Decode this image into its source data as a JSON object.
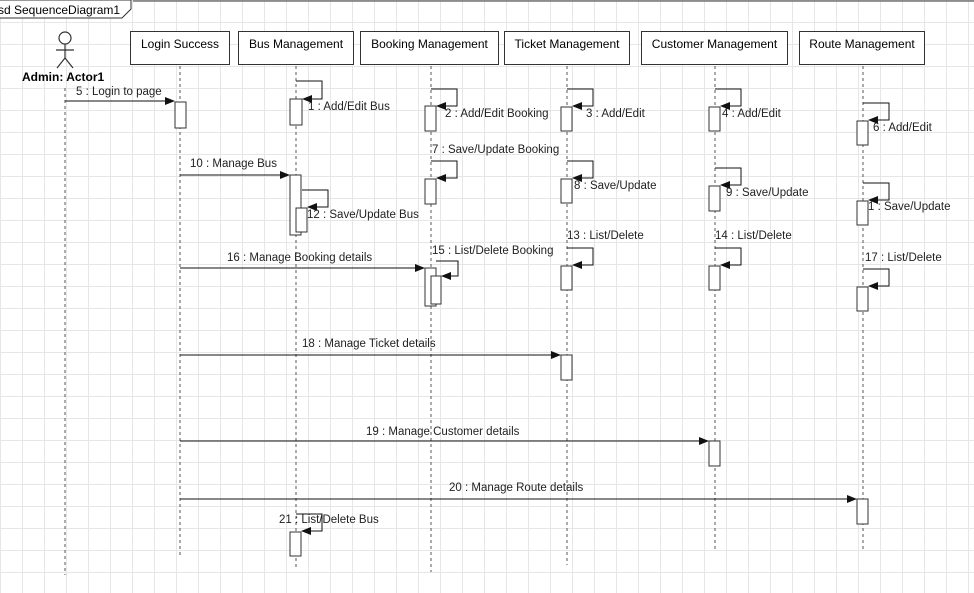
{
  "frame": {
    "title": "sd SequenceDiagram1"
  },
  "actor": {
    "name": "Admin: Actor1"
  },
  "lifelines": [
    "Login Success",
    "Bus Management",
    "Booking Management",
    "Ticket Management",
    "Customer Management",
    "Route Management"
  ],
  "messages": [
    "5 : Login to page",
    "1 : Add/Edit Bus",
    "2 : Add/Edit Booking",
    "3 : Add/Edit",
    "4 : Add/Edit",
    "6 : Add/Edit",
    "7 : Save/Update  Booking",
    "10 : Manage Bus",
    "8 : Save/Update",
    "9 : Save/Update",
    "1 : Save/Update",
    "12 : Save/Update Bus",
    "13 : List/Delete",
    "14 : List/Delete",
    "15 : List/Delete Booking",
    "16 : Manage Booking details",
    "17 : List/Delete",
    "18 : Manage Ticket details",
    "19 : Manage Customer details",
    "20 : Manage Route details",
    "21 : List/Delete Bus"
  ]
}
